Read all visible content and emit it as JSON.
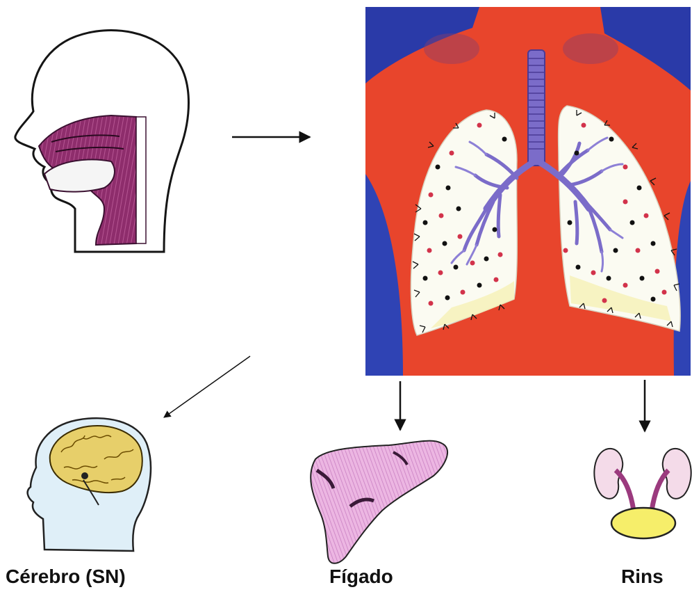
{
  "labels": {
    "brain": "Cérebro (SN)",
    "liver": "Fígado",
    "kidneys": "Rins"
  },
  "colors": {
    "torso_red": "#e8452c",
    "torso_blue": "#2a3aa8",
    "lung_white": "#fbfbf2",
    "bronchi_purple": "#7b6cc9",
    "throat_magenta": "#8e2d6c",
    "brain_yellow": "#e7cf6a",
    "liver_pink": "#e3a6d8",
    "kidney_pink": "#e7a6c9",
    "bladder_yellow": "#f6ee6a",
    "dot_black": "#111111",
    "dot_red": "#d2334b"
  },
  "icons": {
    "head": "head-sagittal-icon",
    "lungs": "lungs-torso-icon",
    "brain": "brain-head-icon",
    "liver": "liver-icon",
    "kidneys": "kidneys-bladder-icon"
  }
}
